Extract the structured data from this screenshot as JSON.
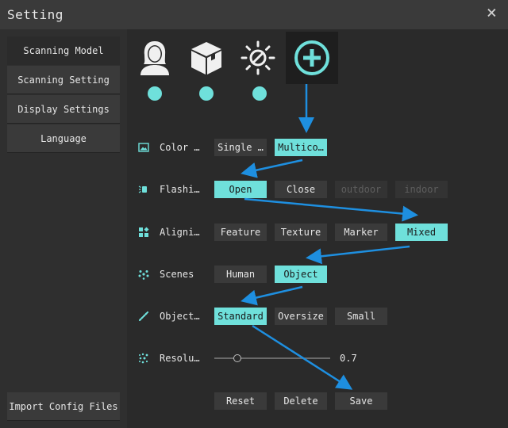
{
  "window": {
    "title": "Setting",
    "close_icon": "×"
  },
  "sidebar": {
    "items": [
      {
        "label": "Scanning Model"
      },
      {
        "label": "Scanning Setting"
      },
      {
        "label": "Display Settings"
      },
      {
        "label": "Language"
      }
    ],
    "import_label": "Import Config Files"
  },
  "categories": [
    {
      "icon": "person-icon"
    },
    {
      "icon": "box-icon"
    },
    {
      "icon": "sun-icon"
    },
    {
      "icon": "plus-circle-icon"
    }
  ],
  "rows": {
    "color": {
      "label": "Color …",
      "options": [
        "Single …",
        "Multico…"
      ]
    },
    "flash": {
      "label": "Flashi…",
      "options": [
        "Open",
        "Close",
        "outdoor",
        "indoor"
      ]
    },
    "align": {
      "label": "Aligni…",
      "options": [
        "Feature",
        "Texture",
        "Marker",
        "Mixed"
      ]
    },
    "scenes": {
      "label": "Scenes",
      "options": [
        "Human",
        "Object"
      ]
    },
    "object": {
      "label": "Object…",
      "options": [
        "Standard",
        "Oversize",
        "Small"
      ]
    },
    "resolution": {
      "label": "Resolu…",
      "value": "0.7",
      "fraction": 0.2
    }
  },
  "actions": {
    "reset": "Reset",
    "delete": "Delete",
    "save": "Save"
  },
  "colors": {
    "accent": "#6fe0db",
    "arrow": "#1e8fe0"
  }
}
